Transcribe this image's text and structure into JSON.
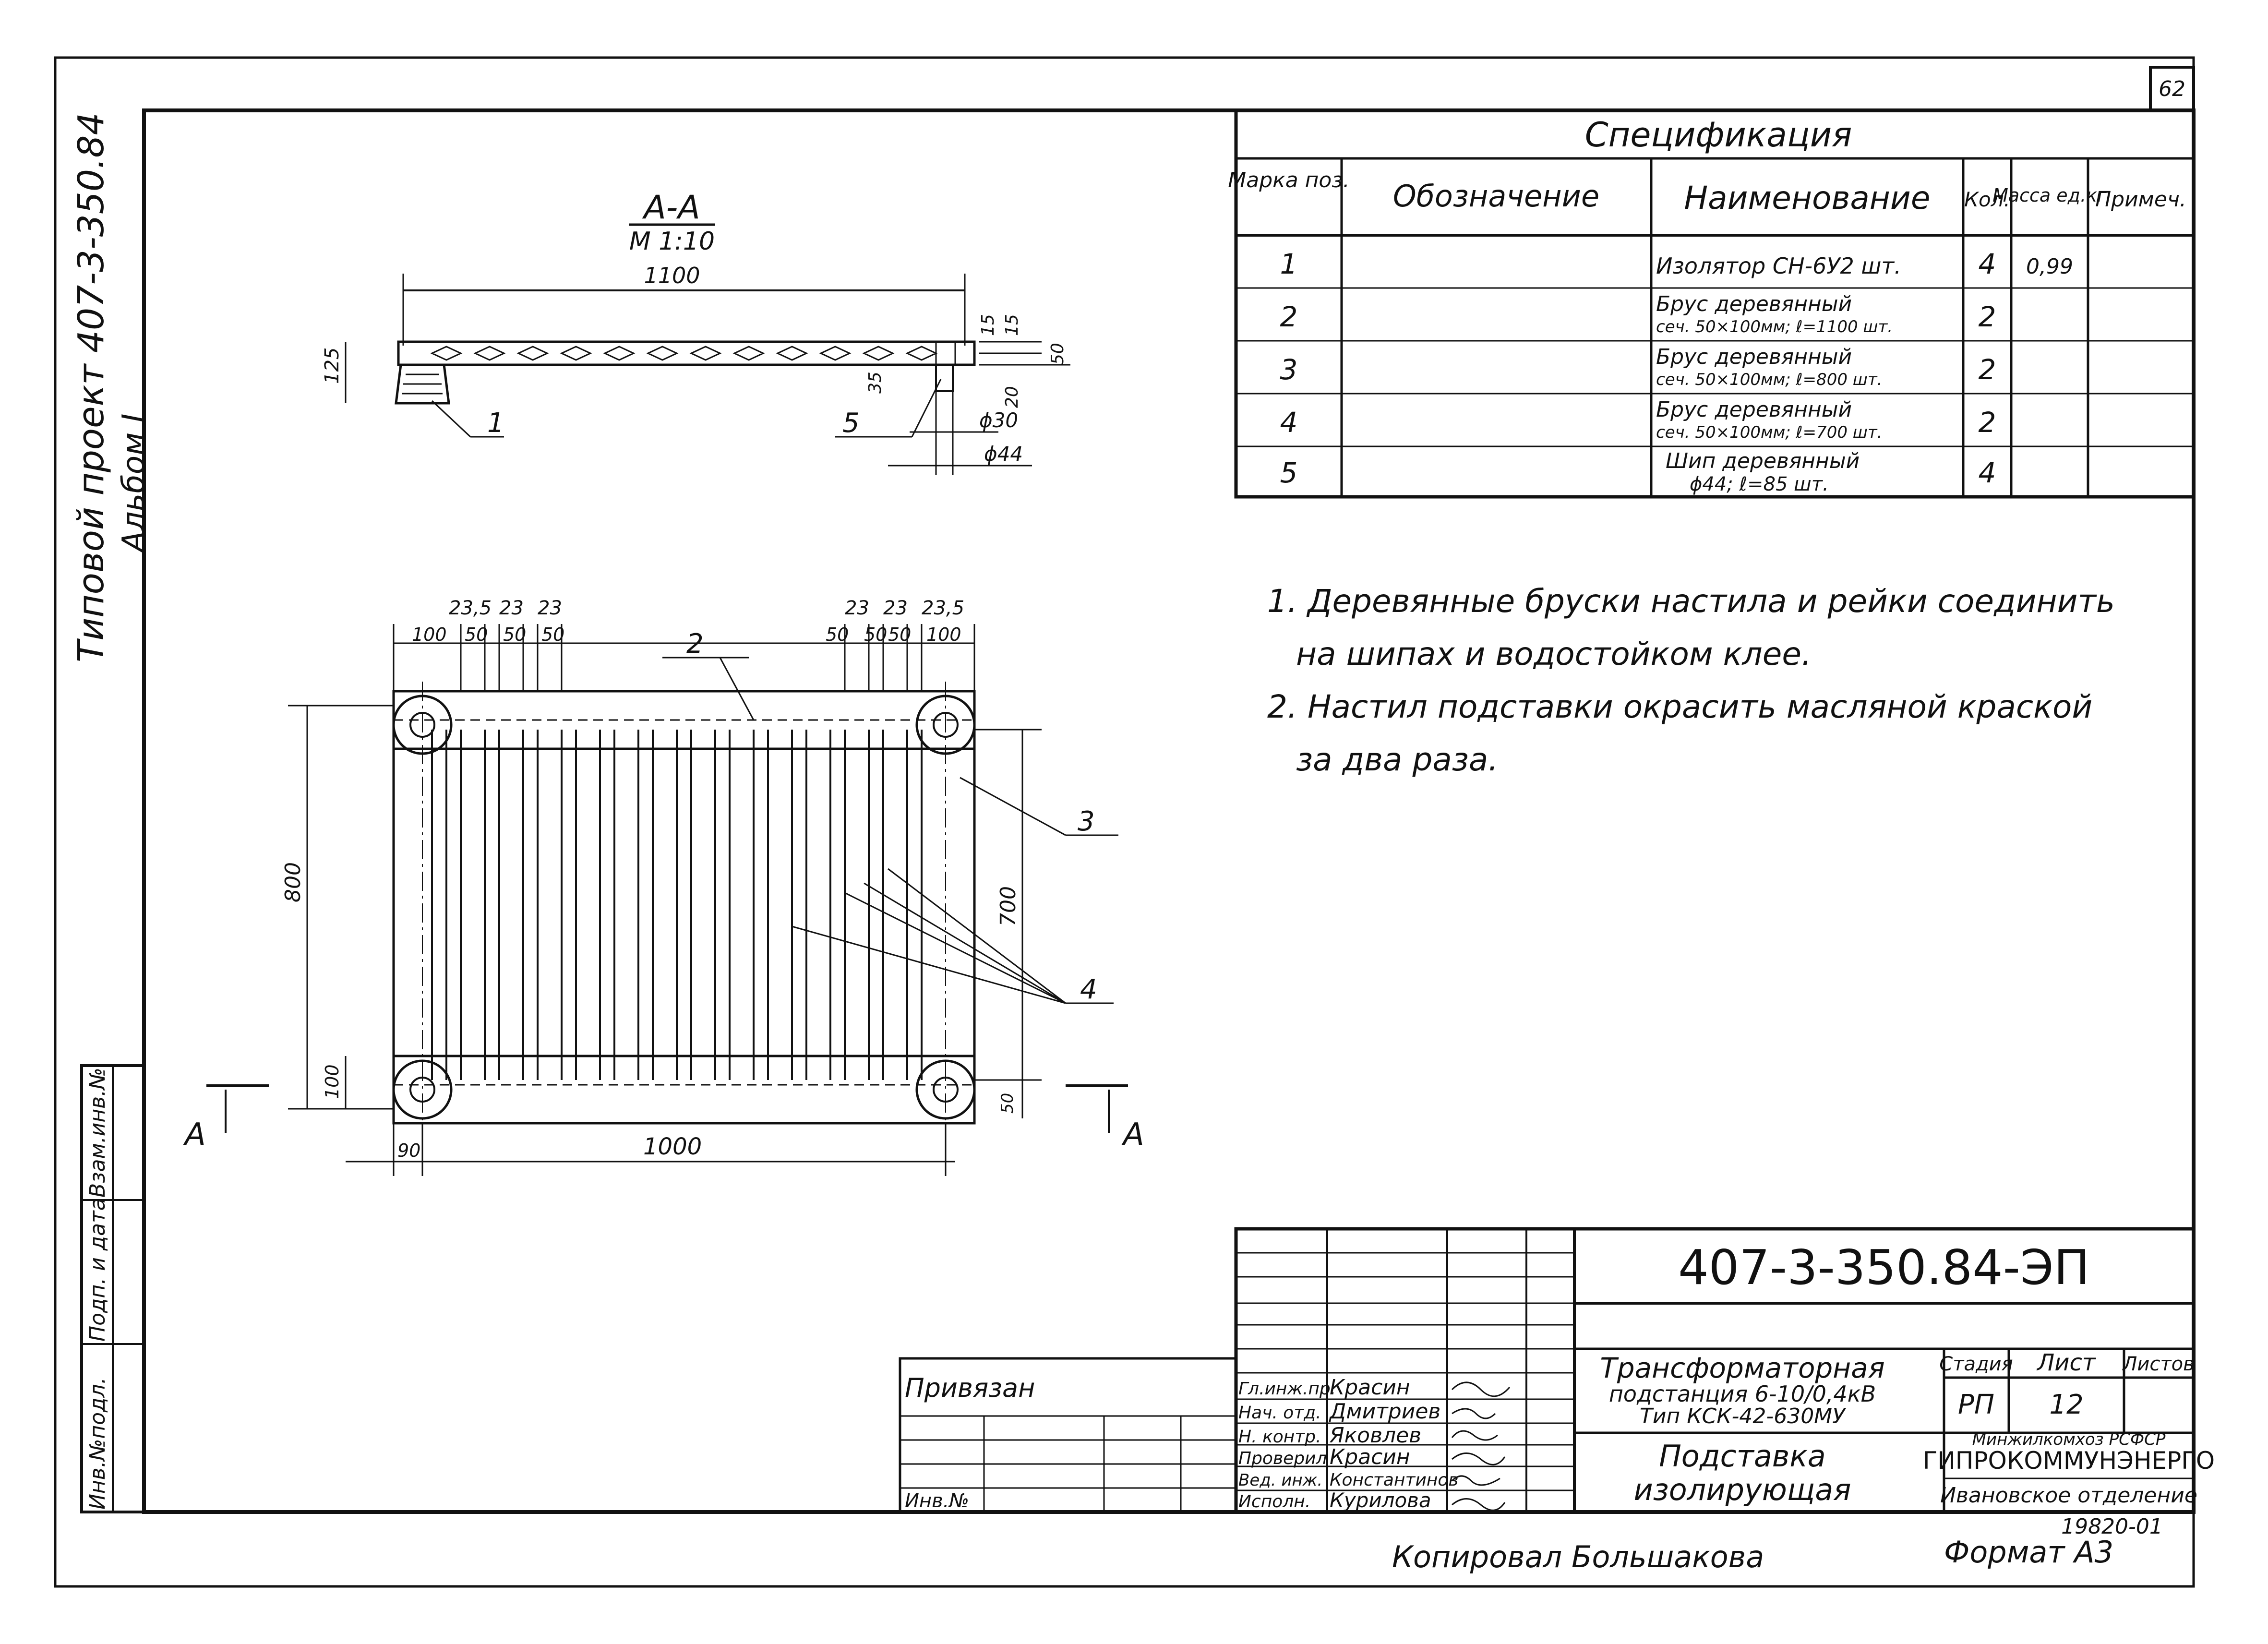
{
  "page_number": "62",
  "side": {
    "project": "Типовой проект 407-3-350.84",
    "album": "Альбом I"
  },
  "left_stamp": [
    "Инв.№подл.",
    "Подп. и дата",
    "Взам.инв.№"
  ],
  "section": {
    "title": "А-А",
    "scale": "М 1:10",
    "width": "1100",
    "h125": "125",
    "d15a": "15",
    "d15b": "15",
    "d50": "50",
    "d35": "35",
    "d20": "20",
    "phi30": "ϕ30",
    "phi44": "ϕ44",
    "call1": "1",
    "call5": "5",
    "cut": "А"
  },
  "plan": {
    "top_dims": [
      "23,5",
      "23",
      "23",
      "23",
      "23",
      "23,5"
    ],
    "mid_dims": [
      "100",
      "50",
      "50",
      "50",
      "50",
      "50",
      "50",
      "100"
    ],
    "h800": "800",
    "h700": "700",
    "h100": "100",
    "h50": "50",
    "w90": "90",
    "w1000": "1000",
    "call2": "2",
    "call3": "3",
    "call4": "4"
  },
  "spec": {
    "title": "Спецификация",
    "headers": [
      "Марка поз.",
      "Обозначение",
      "Наименование",
      "Кол.",
      "Масса ед.кг",
      "Примеч."
    ],
    "rows": [
      {
        "pos": "1",
        "name1": "Изолятор СН-6У2  шт.",
        "name2": "",
        "qty": "4",
        "mass": "0,99"
      },
      {
        "pos": "2",
        "name1": "Брус деревянный",
        "name2": "сеч. 50×100мм; ℓ=1100 шт.",
        "qty": "2",
        "mass": ""
      },
      {
        "pos": "3",
        "name1": "Брус деревянный",
        "name2": "сеч. 50×100мм; ℓ=800 шт.",
        "qty": "2",
        "mass": ""
      },
      {
        "pos": "4",
        "name1": "Брус деревянный",
        "name2": "сеч. 50×100мм; ℓ=700 шт.",
        "qty": "2",
        "mass": ""
      },
      {
        "pos": "5",
        "name1": "Шип деревянный",
        "name2": "ϕ44;  ℓ=85  шт.",
        "qty": "4",
        "mass": ""
      }
    ]
  },
  "notes": [
    "1. Деревянные бруски настила и рейки соединить",
    "на шипах и водостойком клее.",
    "2. Настил подставки окрасить масляной краской",
    "за два раза."
  ],
  "title_block": {
    "code": "407-3-350.84-ЭП",
    "privyazan": "Привязан",
    "inv": "Инв.№",
    "staff": [
      {
        "role": "Гл.инж.пр.",
        "name": "Красин"
      },
      {
        "role": "Нач. отд.",
        "name": "Дмитриев"
      },
      {
        "role": "Н. контр.",
        "name": "Яковлев"
      },
      {
        "role": "Проверил",
        "name": "Красин"
      },
      {
        "role": "Вед. инж.",
        "name": "Константинов"
      },
      {
        "role": "Исполн.",
        "name": "Курилова"
      }
    ],
    "project_title": [
      "Трансформаторная",
      "подстанция 6-10/0,4кВ",
      "Тип КСК-42-630МУ"
    ],
    "sheet_title": [
      "Подставка",
      "изолирующая"
    ],
    "stage_h": "Стадия",
    "sheet_h": "Лист",
    "sheets_h": "Листов",
    "stage": "РП",
    "sheet": "12",
    "org": [
      "Минжилкомхоз РСФСР",
      "ГИПРОКОММУНЭНЕРГО",
      "Ивановское отделение"
    ],
    "order": "19820-01",
    "copied": "Копировал Большакова",
    "format": "Формат А3"
  }
}
